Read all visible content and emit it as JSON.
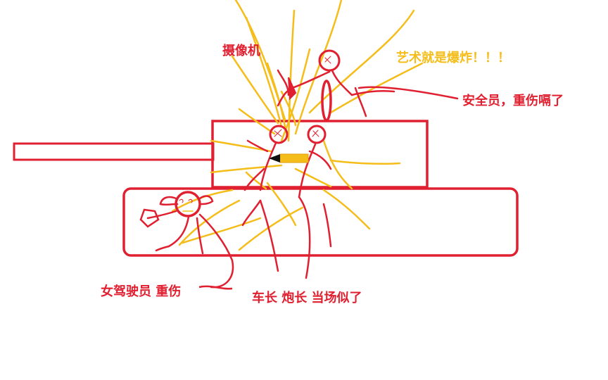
{
  "colors": {
    "red": "#e02030",
    "yellow": "#f5bd19",
    "black": "#111111",
    "background": "#ffffff"
  },
  "labels": {
    "camera": "摄像机",
    "art_is_explosion": "艺术就是爆炸！！！",
    "safety_officer": "安全员，重伤嗝了",
    "female_driver": "女驾驶员 重伤",
    "commander_gunner": "车长 炮长 当场似了"
  },
  "drawing": {
    "subject": "tank-explosion-doodle",
    "figures": [
      "safety-officer-figure",
      "commander-figure",
      "gunner-figure",
      "driver-figure"
    ],
    "props": [
      "camera",
      "pencil",
      "tank-turret",
      "tank-barrel",
      "tank-hull"
    ]
  }
}
